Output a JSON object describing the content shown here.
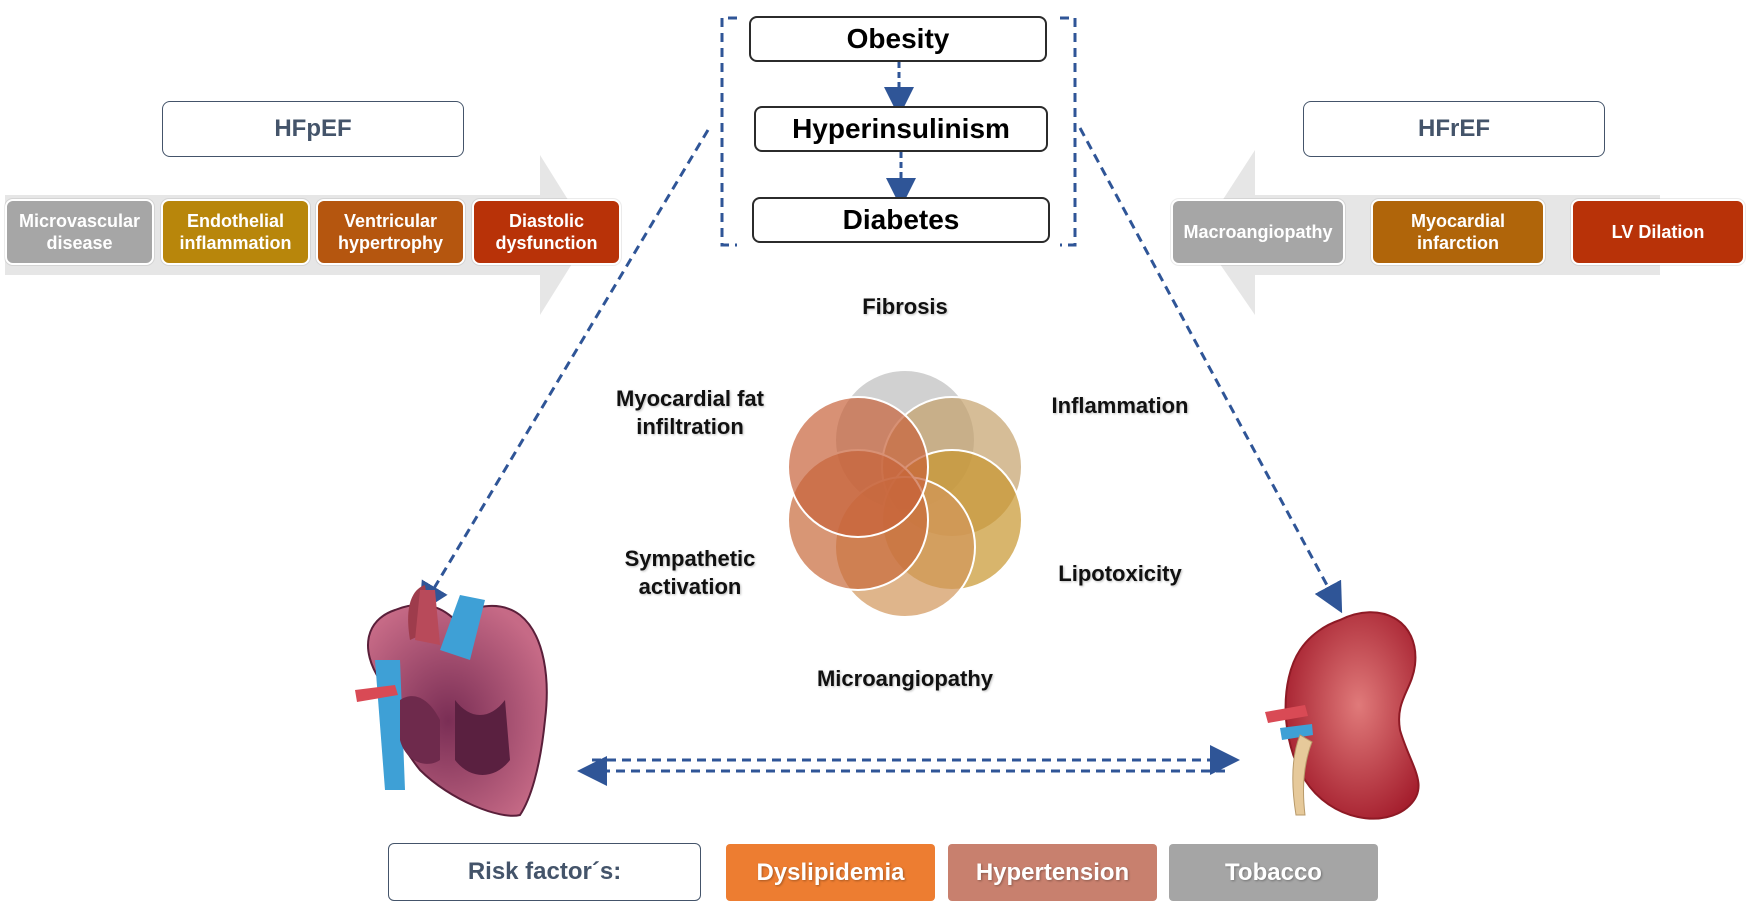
{
  "cascade": {
    "obesity": "Obesity",
    "hyperinsulinism": "Hyperinsulinism",
    "diabetes": "Diabetes"
  },
  "left": {
    "title": "HFpEF",
    "chips": [
      {
        "label": "Microvascular disease",
        "color": "#a6a6a6"
      },
      {
        "label": "Endothelial inflammation",
        "color": "#b8860b"
      },
      {
        "label": "Ventricular hypertrophy",
        "color": "#b5560f"
      },
      {
        "label": "Diastolic dysfunction",
        "color": "#b83208"
      }
    ]
  },
  "right": {
    "title": "HFrEF",
    "chips": [
      {
        "label": "Macroangiopathy",
        "color": "#a6a6a6"
      },
      {
        "label": "Myocardial infarction",
        "color": "#b0650a"
      },
      {
        "label": "LV Dilation",
        "color": "#b83208"
      }
    ]
  },
  "mechanisms": {
    "fibrosis": "Fibrosis",
    "inflammation": "Inflammation",
    "lipotoxicity": "Lipotoxicity",
    "microangiopathy": "Microangiopathy",
    "sympathetic": "Sympathetic activation",
    "myocardial_fat": "Myocardial fat infiltration"
  },
  "risk": {
    "label": "Risk factor´s:",
    "items": [
      {
        "label": "Dyslipidemia",
        "color": "#ed7d31"
      },
      {
        "label": "Hypertension",
        "color": "#c8806e"
      },
      {
        "label": "Tobacco",
        "color": "#a5a5a5"
      }
    ]
  },
  "colors": {
    "dash": "#2f5597",
    "arrow_band": "#e6e6e6"
  }
}
